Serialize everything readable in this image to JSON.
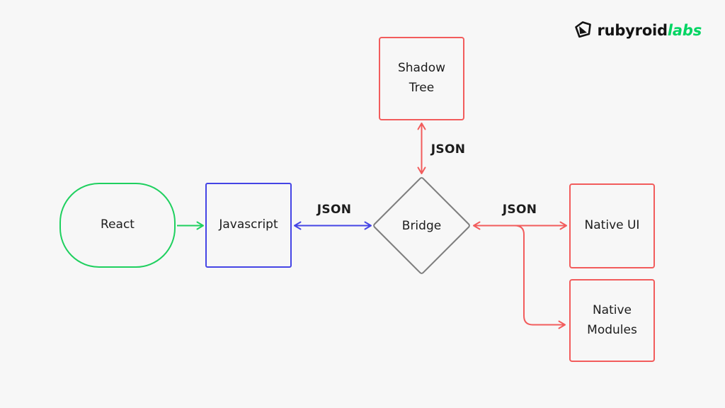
{
  "page": {
    "background": "#f7f7f7"
  },
  "logo": {
    "brand": "rubyroid",
    "suffix": "labs",
    "brand_color": "#131313",
    "suffix_color": "#00d563",
    "icon": "gem-icon"
  },
  "colors": {
    "react_green": "#1fd05f",
    "javascript_blue": "#4545e5",
    "bridge_gray": "#7d7d7d",
    "native_red": "#f25c5c",
    "text": "#1c1c1c",
    "background": "#f7f7f7"
  },
  "nodes": {
    "react": {
      "label": "React",
      "shape": "stadium",
      "color": "#1fd05f"
    },
    "javascript": {
      "label": "Javascript",
      "shape": "rectangle",
      "color": "#4545e5"
    },
    "bridge": {
      "label": "Bridge",
      "shape": "diamond",
      "color": "#7d7d7d"
    },
    "shadow_tree": {
      "label": "Shadow Tree",
      "shape": "rectangle",
      "color": "#f25c5c"
    },
    "native_ui": {
      "label": "Native UI",
      "shape": "rectangle",
      "color": "#f25c5c"
    },
    "native_modules": {
      "label": "Native Modules",
      "shape": "rectangle",
      "color": "#f25c5c"
    }
  },
  "edges": {
    "react_to_javascript": {
      "from": "React",
      "to": "Javascript",
      "label": "",
      "arrows": "forward",
      "color": "#1fd05f"
    },
    "javascript_bridge": {
      "from": "Javascript",
      "to": "Bridge",
      "label": "JSON",
      "arrows": "both",
      "color": "#4545e5"
    },
    "bridge_shadow_tree": {
      "from": "Bridge",
      "to": "Shadow Tree",
      "label": "JSON",
      "arrows": "both",
      "color": "#f25c5c"
    },
    "bridge_native_ui": {
      "from": "Bridge",
      "to": "Native UI",
      "label": "JSON",
      "arrows": "both",
      "color": "#f25c5c"
    },
    "bridge_to_native_modules": {
      "from": "Bridge",
      "to": "Native Modules",
      "label": "",
      "arrows": "forward",
      "color": "#f25c5c"
    }
  }
}
